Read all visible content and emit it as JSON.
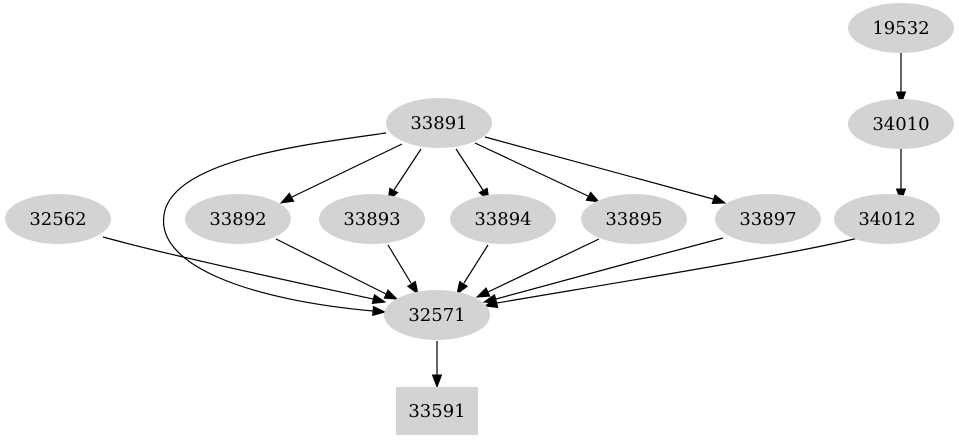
{
  "graph": {
    "nodes": [
      {
        "id": "19532",
        "label": "19532",
        "shape": "ellipse"
      },
      {
        "id": "34010",
        "label": "34010",
        "shape": "ellipse"
      },
      {
        "id": "34012",
        "label": "34012",
        "shape": "ellipse"
      },
      {
        "id": "33891",
        "label": "33891",
        "shape": "ellipse"
      },
      {
        "id": "32562",
        "label": "32562",
        "shape": "ellipse"
      },
      {
        "id": "33892",
        "label": "33892",
        "shape": "ellipse"
      },
      {
        "id": "33893",
        "label": "33893",
        "shape": "ellipse"
      },
      {
        "id": "33894",
        "label": "33894",
        "shape": "ellipse"
      },
      {
        "id": "33895",
        "label": "33895",
        "shape": "ellipse"
      },
      {
        "id": "33897",
        "label": "33897",
        "shape": "ellipse"
      },
      {
        "id": "32571",
        "label": "32571",
        "shape": "ellipse"
      },
      {
        "id": "33591",
        "label": "33591",
        "shape": "box"
      }
    ],
    "edges": [
      {
        "from": "19532",
        "to": "34010"
      },
      {
        "from": "34010",
        "to": "34012"
      },
      {
        "from": "34012",
        "to": "32571"
      },
      {
        "from": "33891",
        "to": "33892"
      },
      {
        "from": "33891",
        "to": "33893"
      },
      {
        "from": "33891",
        "to": "33894"
      },
      {
        "from": "33891",
        "to": "33895"
      },
      {
        "from": "33891",
        "to": "33897"
      },
      {
        "from": "33891",
        "to": "32571"
      },
      {
        "from": "32562",
        "to": "32571"
      },
      {
        "from": "33892",
        "to": "32571"
      },
      {
        "from": "33893",
        "to": "32571"
      },
      {
        "from": "33894",
        "to": "32571"
      },
      {
        "from": "33895",
        "to": "32571"
      },
      {
        "from": "33897",
        "to": "32571"
      },
      {
        "from": "32571",
        "to": "33591"
      }
    ],
    "colors": {
      "node_fill": "#d3d3d3",
      "edge": "#000000",
      "text": "#000000"
    }
  }
}
